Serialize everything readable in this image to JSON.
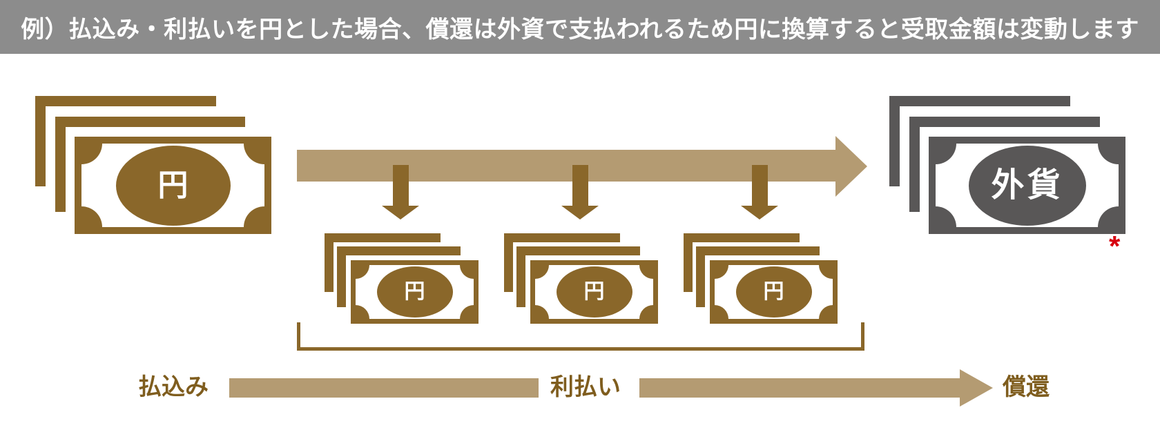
{
  "header": {
    "text": "例）払込み・利払いを円とした場合、償還は外資で支払われるため円に換算すると受取金額は変動します"
  },
  "notes": {
    "paid_in": {
      "label": "円",
      "description": "yen-banknote-stack"
    },
    "interest": [
      {
        "label": "円"
      },
      {
        "label": "円"
      },
      {
        "label": "円"
      }
    ],
    "redemption": {
      "label": "外貨",
      "description": "foreign-currency-banknote-stack"
    },
    "footnote_marker": "*"
  },
  "timeline": {
    "payment_label": "払込み",
    "interest_label": "利払い",
    "redemption_label": "償還"
  },
  "colors": {
    "header_bg": "#8C8C8C",
    "banknote_brown": "#8A672A",
    "arrow_tan": "#B49B72",
    "banknote_gray": "#595757",
    "label_brown": "#7F5D1E",
    "footnote_red": "#D7000F"
  }
}
